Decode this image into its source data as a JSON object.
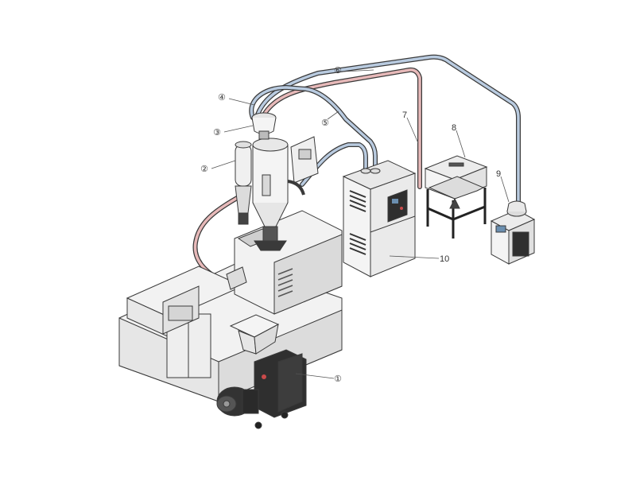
{
  "callouts": [
    {
      "id": "1",
      "text": "①"
    },
    {
      "id": "2",
      "text": "②"
    },
    {
      "id": "3",
      "text": "③"
    },
    {
      "id": "4",
      "text": "④"
    },
    {
      "id": "5",
      "text": "⑤"
    },
    {
      "id": "6",
      "text": "⑥"
    },
    {
      "id": "7",
      "text": "7"
    },
    {
      "id": "8",
      "text": "8"
    },
    {
      "id": "9",
      "text": "9"
    },
    {
      "id": "10",
      "text": "10"
    }
  ],
  "colors": {
    "outline": "#3a3a3a",
    "blue_pipe": "#b9cbe0",
    "red_pipe": "#e7b9b9",
    "machine_fill": "#f2f2f2",
    "dark_unit": "#2f2f2f"
  }
}
